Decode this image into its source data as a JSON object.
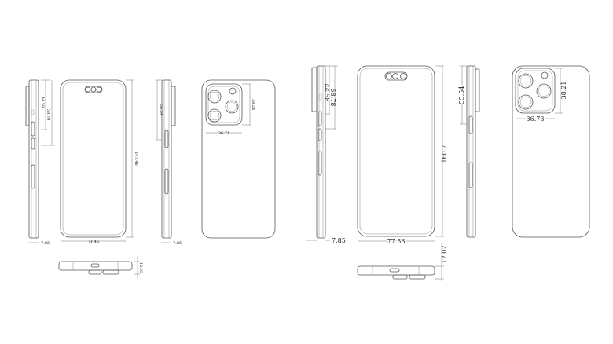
{
  "left_model": {
    "side_camera_height_a": "44.59",
    "side_camera_height_b": "58.79",
    "height": "147.46",
    "width": "71.45",
    "thickness_side_1": "7.85",
    "thickness_side_2": "7.85",
    "button_offset": "55.54",
    "camera_module_height": "38.24",
    "camera_module_width": "36.71",
    "bottom_thickness": "12.02"
  },
  "right_model": {
    "side_camera_height_a": "44.58",
    "side_camera_height_b": "58.78",
    "height": "160.7",
    "width": "77.58",
    "thickness_side_1": "7.85",
    "button_offset": "55.54",
    "camera_module_height": "38.21",
    "camera_module_width": "36.73",
    "bottom_thickness": "12.02"
  }
}
